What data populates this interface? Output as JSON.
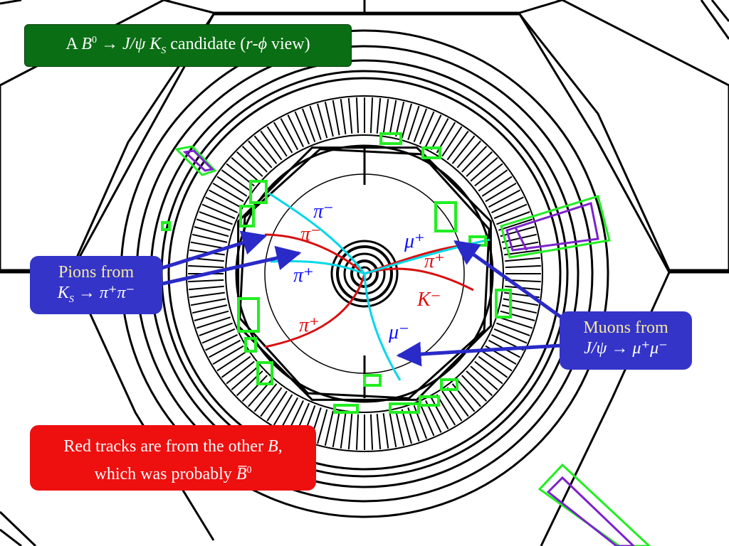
{
  "title": {
    "prefix": "A ",
    "b": "B",
    "b_sup": "0",
    "arrow": " → ",
    "jpsi": "J/ψ",
    "space": " ",
    "k": "K",
    "k_sub": "S",
    "suffix_pre": " candidate (",
    "r": "r",
    "dash": "-",
    "phi": "ϕ",
    "suffix_post": " view)"
  },
  "pion_box": {
    "line1": "Pions from",
    "k": "K",
    "k_sub": "S",
    "decay": " → π⁺π⁻"
  },
  "muon_box": {
    "line1": "Muons from",
    "jpsi": "J/ψ",
    "decay": " → μ⁺μ⁻"
  },
  "red_box": {
    "line1_pre": "Red tracks are from the other ",
    "b": "B",
    "comma": ",",
    "line2_pre": "which was probably ",
    "bbar": "B̅",
    "bbar_sup": "0"
  },
  "track_labels": {
    "pi_minus_blue": "π⁻",
    "pi_minus_red": "π⁻",
    "pi_plus_blue": "π⁺",
    "pi_plus_red_left": "π⁺",
    "mu_plus": "μ⁺",
    "pi_plus_red_right": "π⁺",
    "k_minus": "K⁻",
    "mu_minus": "μ⁻"
  },
  "colors": {
    "pion_track": "#00d8e8",
    "red_track": "#d81010",
    "hit_green": "#22ee22",
    "muon_chamber": "#7a22cc",
    "label_blue": "#1010ff",
    "arrow_blue": "#2a2ac8"
  }
}
